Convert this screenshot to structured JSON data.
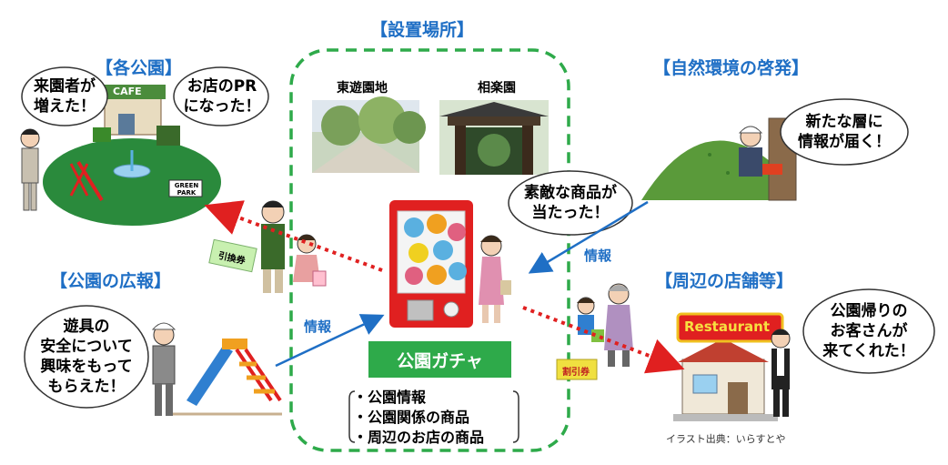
{
  "headings": {
    "install": "【設置場所】",
    "parks": "【各公園】",
    "nature": "【自然環境の啓発】",
    "pr": "【公園の広報】",
    "shops": "【周辺の店舗等】"
  },
  "locations": {
    "left": "東遊園地",
    "right": "相楽園"
  },
  "bubbles": {
    "visitors": [
      "来園者が",
      "増えた！"
    ],
    "shop_pr": [
      "お店のPR",
      "になった！"
    ],
    "new_layer": [
      "新たな層に",
      "情報が届く！"
    ],
    "prize": [
      "素敵な商品が",
      "当たった！"
    ],
    "playground": [
      "遊具の",
      "安全について",
      "興味をもって",
      "もらえた！"
    ],
    "customers": [
      "公園帰りの",
      "お客さんが",
      "来てくれた！"
    ]
  },
  "gacha": {
    "title": "公園ガチャ",
    "items": [
      "・公園情報",
      "・公園関係の商品",
      "・周辺のお店の商品"
    ]
  },
  "info_left": "情報",
  "info_right": "情報",
  "signs": {
    "cafe": "CAFE",
    "green_park": "GREEN PARK",
    "restaurant": "Restaurant"
  },
  "tickets": {
    "exchange": "引換券",
    "discount": "割引券"
  },
  "credit": "イラスト出典：いらすとや",
  "colors": {
    "heading": "#1f6fc5",
    "arrow_red": "#e02020",
    "arrow_blue": "#1f6fc5",
    "gacha_green": "#2eaa4a",
    "dash_green": "#2eaa4a"
  }
}
